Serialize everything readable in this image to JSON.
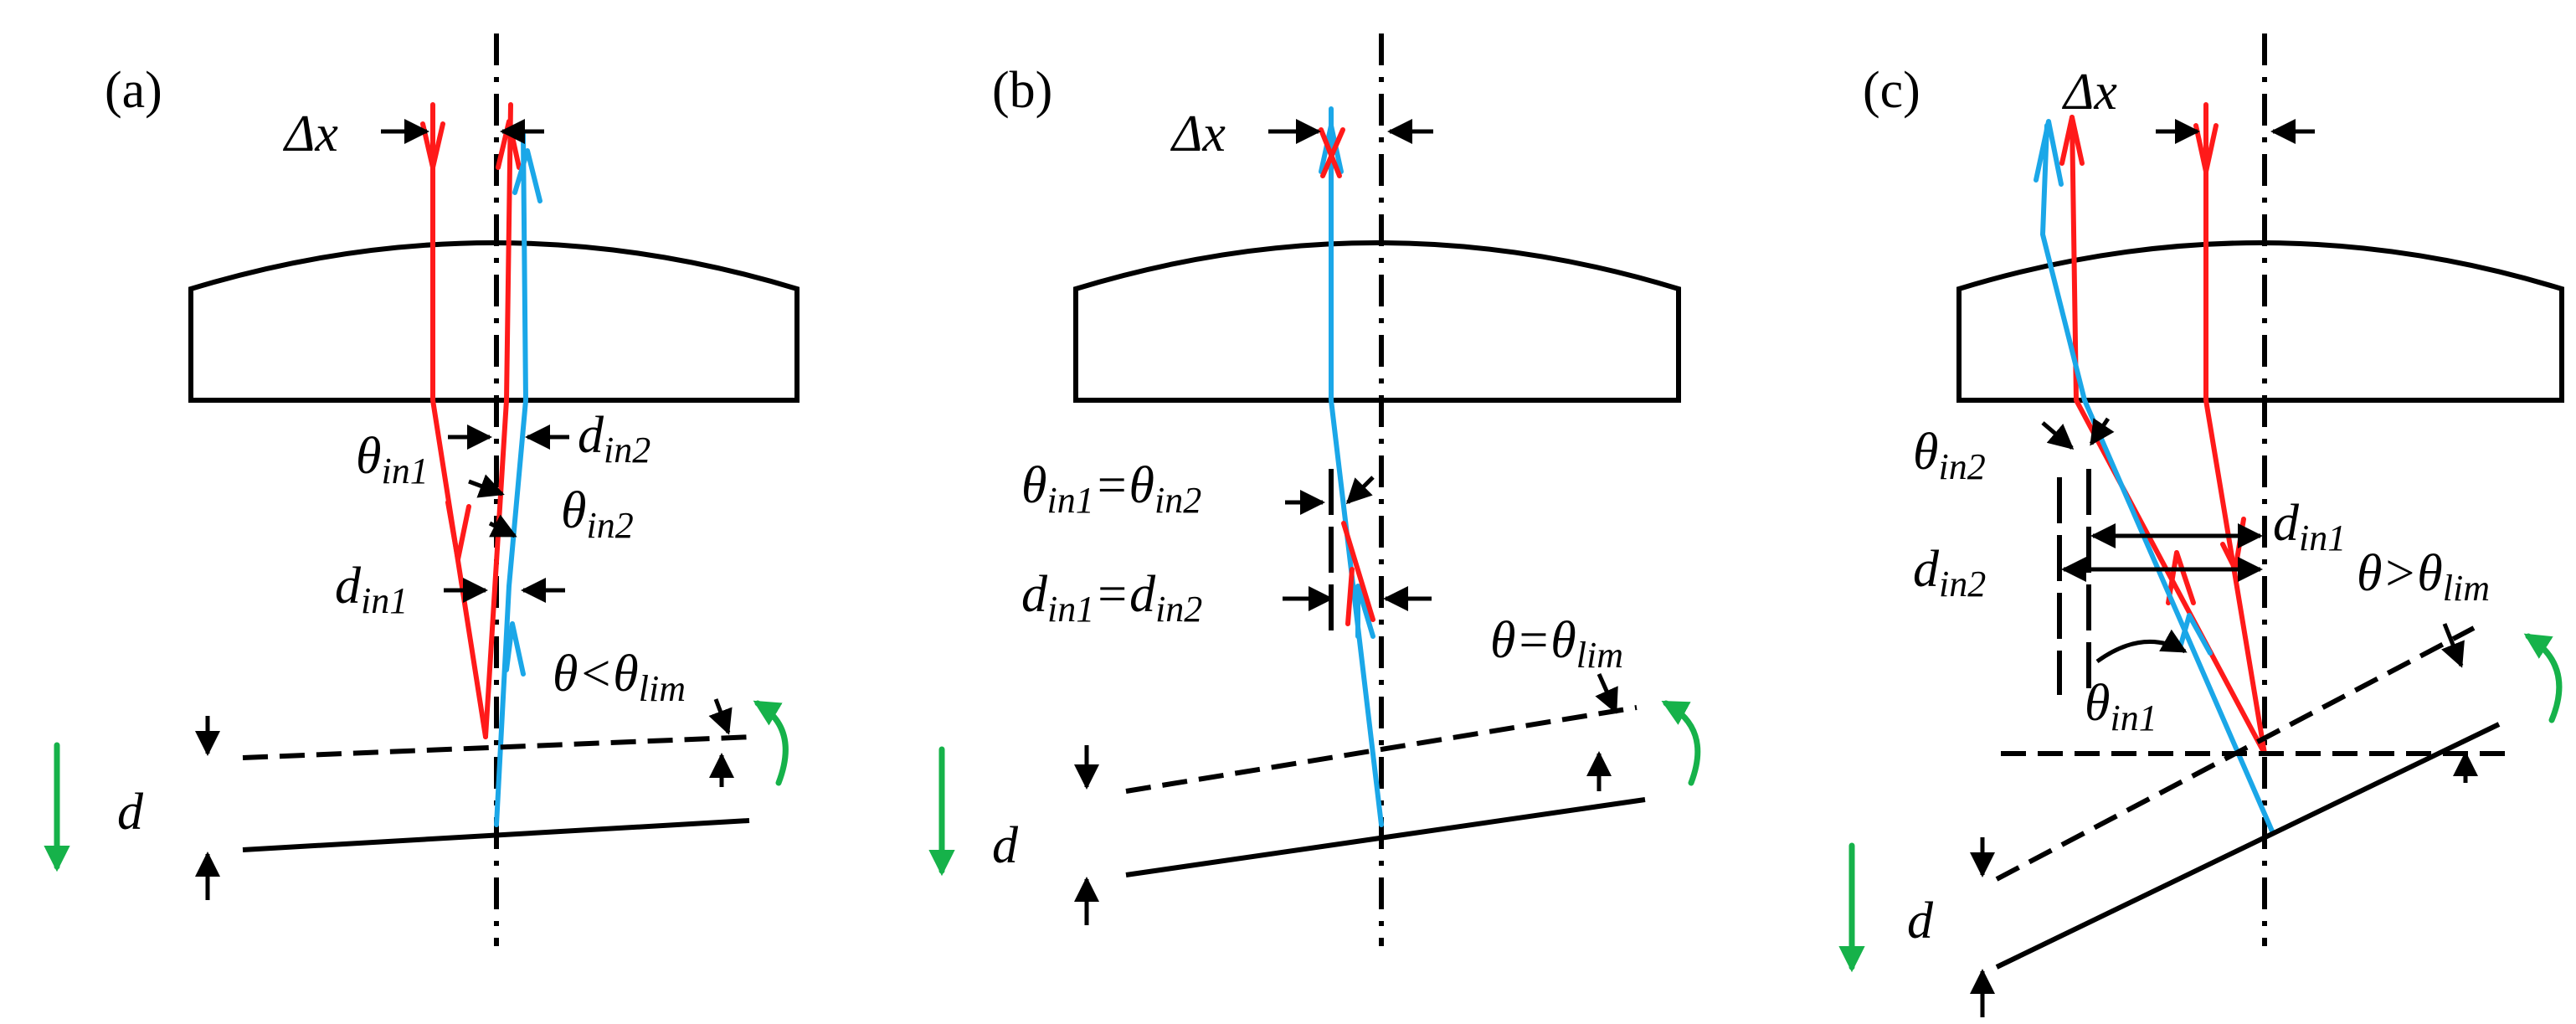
{
  "panels": [
    {
      "id": "a",
      "label": "(a)",
      "dx_label": "Δx",
      "theta_in1": {
        "base": "θ",
        "sub": "in1"
      },
      "theta_in2": {
        "base": "θ",
        "sub": "in2"
      },
      "d_in1": {
        "base": "d",
        "sub": "in1"
      },
      "d_in2": {
        "base": "d",
        "sub": "in2"
      },
      "theta_cond": {
        "base": "θ<θ",
        "sub": "lim"
      },
      "d_label": "d"
    },
    {
      "id": "b",
      "label": "(b)",
      "dx_label": "Δx",
      "theta_eq": {
        "base": "θ",
        "sub1": "in1",
        "mid": "=θ",
        "sub2": "in2"
      },
      "d_eq": {
        "base": "d",
        "sub1": "in1",
        "mid": "=d",
        "sub2": "in2"
      },
      "theta_cond": {
        "base": "θ=θ",
        "sub": "lim"
      },
      "d_label": "d"
    },
    {
      "id": "c",
      "label": "(c)",
      "dx_label": "Δx",
      "theta_in1": {
        "base": "θ",
        "sub": "in1"
      },
      "theta_in2": {
        "base": "θ",
        "sub": "in2"
      },
      "d_in1": {
        "base": "d",
        "sub": "in1"
      },
      "d_in2": {
        "base": "d",
        "sub": "in2"
      },
      "theta_cond": {
        "base": "θ>θ",
        "sub": "lim"
      },
      "d_label": "d"
    }
  ],
  "colors": {
    "red_ray": "#ff1a1a",
    "blue_ray": "#1ba7e8",
    "green_arrow": "#16b24a"
  }
}
